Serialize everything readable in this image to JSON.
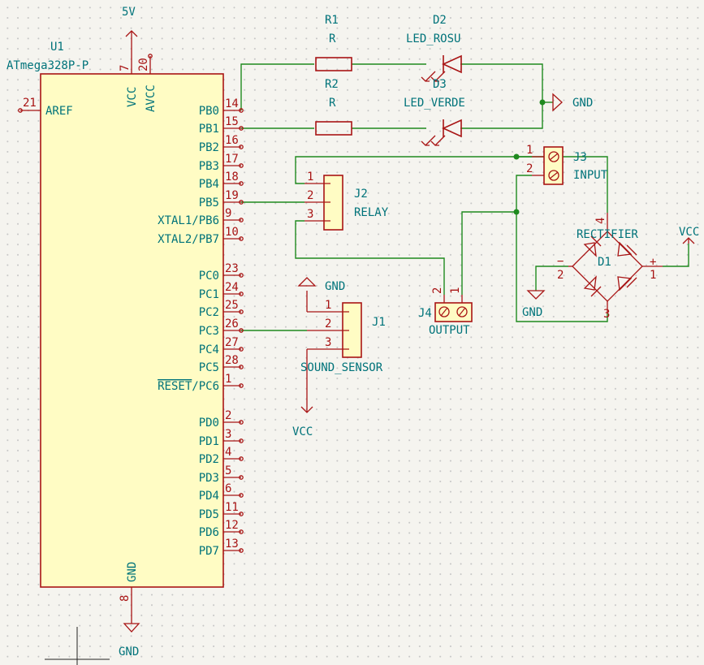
{
  "u1": {
    "ref": "U1",
    "value": "ATmega328P-P",
    "left_pins": [
      {
        "num": "21",
        "name": "AREF"
      }
    ],
    "top_pins": [
      {
        "num": "7",
        "name": "VCC"
      },
      {
        "num": "20",
        "name": "AVCC"
      }
    ],
    "bottom_pins": [
      {
        "num": "8",
        "name": "GND"
      }
    ],
    "right_pins": [
      {
        "num": "14",
        "name": "PB0"
      },
      {
        "num": "15",
        "name": "PB1"
      },
      {
        "num": "16",
        "name": "PB2"
      },
      {
        "num": "17",
        "name": "PB3"
      },
      {
        "num": "18",
        "name": "PB4"
      },
      {
        "num": "19",
        "name": "PB5"
      },
      {
        "num": "9",
        "name": "XTAL1/PB6"
      },
      {
        "num": "10",
        "name": "XTAL2/PB7"
      },
      {
        "num": "23",
        "name": "PC0"
      },
      {
        "num": "24",
        "name": "PC1"
      },
      {
        "num": "25",
        "name": "PC2"
      },
      {
        "num": "26",
        "name": "PC3"
      },
      {
        "num": "27",
        "name": "PC4"
      },
      {
        "num": "28",
        "name": "PC5"
      },
      {
        "num": "1",
        "name": "RESET/PC6"
      },
      {
        "num": "2",
        "name": "PD0"
      },
      {
        "num": "3",
        "name": "PD1"
      },
      {
        "num": "4",
        "name": "PD2"
      },
      {
        "num": "5",
        "name": "PD3"
      },
      {
        "num": "6",
        "name": "PD4"
      },
      {
        "num": "11",
        "name": "PD5"
      },
      {
        "num": "12",
        "name": "PD6"
      },
      {
        "num": "13",
        "name": "PD7"
      }
    ]
  },
  "power": {
    "v5": "5V",
    "gnd": "GND",
    "vcc": "VCC"
  },
  "r1": {
    "ref": "R1",
    "value": "R"
  },
  "r2": {
    "ref": "R2",
    "value": "R"
  },
  "d2": {
    "ref": "D2",
    "value": "LED_ROSU"
  },
  "d3": {
    "ref": "D3",
    "value": "LED_VERDE"
  },
  "j1": {
    "ref": "J1",
    "value": "SOUND_SENSOR",
    "pins": [
      "1",
      "2",
      "3"
    ]
  },
  "j2": {
    "ref": "J2",
    "value": "RELAY",
    "pins": [
      "1",
      "2",
      "3"
    ]
  },
  "j3": {
    "ref": "J3",
    "value": "INPUT",
    "pins": [
      "1",
      "2"
    ]
  },
  "j4": {
    "ref": "J4",
    "value": "OUTPUT",
    "pins": [
      "2",
      "1"
    ]
  },
  "d1": {
    "ref": "D1",
    "value": "RECTIFIER",
    "pins": [
      "1",
      "2",
      "3",
      "4"
    ],
    "plus": "+",
    "minus": "−"
  }
}
